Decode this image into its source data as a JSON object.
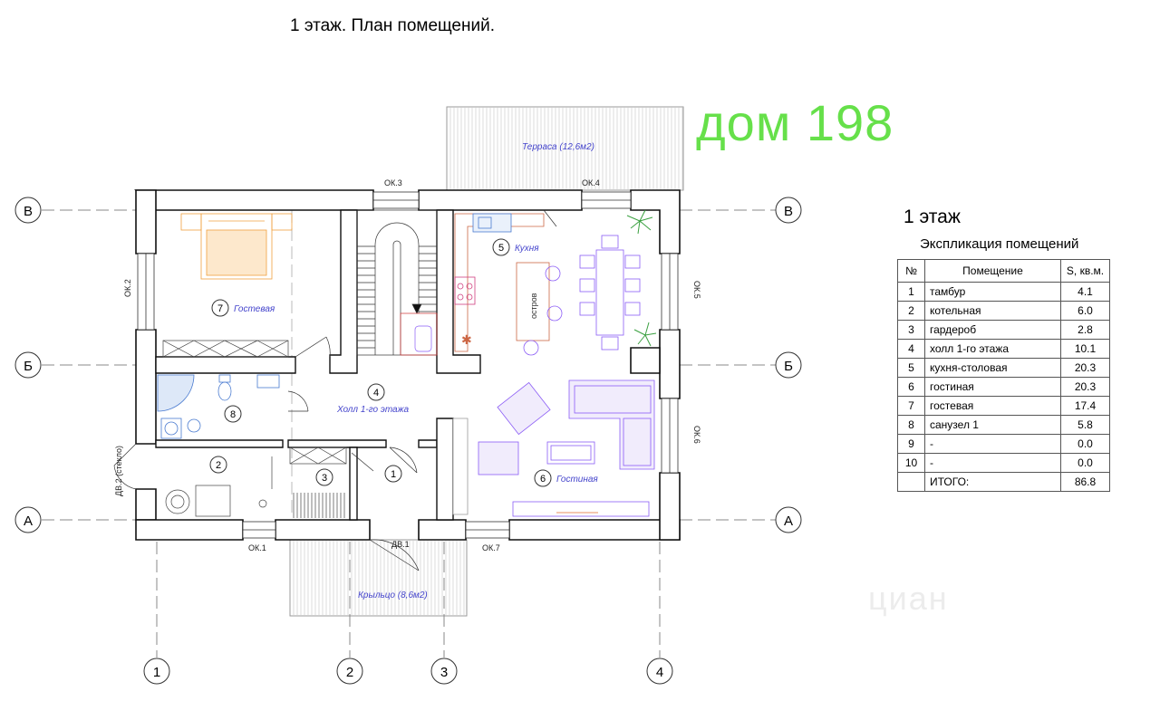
{
  "header": {
    "title": "1 этаж. План помещений.",
    "house_label": "дом 198"
  },
  "plan": {
    "axes": {
      "horizontal": [
        "В",
        "Б",
        "А"
      ],
      "vertical": [
        "1",
        "2",
        "3",
        "4"
      ]
    },
    "openings": {
      "ok1": "ОК.1",
      "ok2": "ОК.2",
      "ok3": "ОК.3",
      "ok4": "ОК.4",
      "ok5": "ОК.5",
      "ok6": "ОК.6",
      "ok7": "ОК.7",
      "dv1": "ДВ.1",
      "dv2": "ДВ.2 (стекло)"
    },
    "rooms": {
      "terrace": "Терраса (12,6м2)",
      "porch": "Крыльцо (8,6м2)",
      "r1": {
        "num": "1"
      },
      "r2": {
        "num": "2"
      },
      "r3": {
        "num": "3"
      },
      "r4": {
        "num": "4",
        "name": "Холл 1-го этажа"
      },
      "r5": {
        "num": "5",
        "name": "Кухня"
      },
      "r6": {
        "num": "6",
        "name": "Гостиная"
      },
      "r7": {
        "num": "7",
        "name": "Гостевая"
      },
      "r8": {
        "num": "8"
      },
      "island": "остров"
    }
  },
  "explication": {
    "floor_title": "1 этаж",
    "caption": "Экспликация помещений",
    "headers": [
      "№",
      "Помещение",
      "S, кв.м."
    ],
    "rows": [
      [
        "1",
        "тамбур",
        "4.1"
      ],
      [
        "2",
        "котельная",
        "6.0"
      ],
      [
        "3",
        "гардероб",
        "2.8"
      ],
      [
        "4",
        "холл 1-го этажа",
        "10.1"
      ],
      [
        "5",
        "кухня-столовая",
        "20.3"
      ],
      [
        "6",
        "гостиная",
        "20.3"
      ],
      [
        "7",
        "гостевая",
        "17.4"
      ],
      [
        "8",
        "санузел 1",
        "5.8"
      ],
      [
        "9",
        "-",
        "0.0"
      ],
      [
        "10",
        "-",
        "0.0"
      ]
    ],
    "total": [
      "",
      "ИТОГО:",
      "86.8"
    ]
  },
  "watermark": "циан"
}
